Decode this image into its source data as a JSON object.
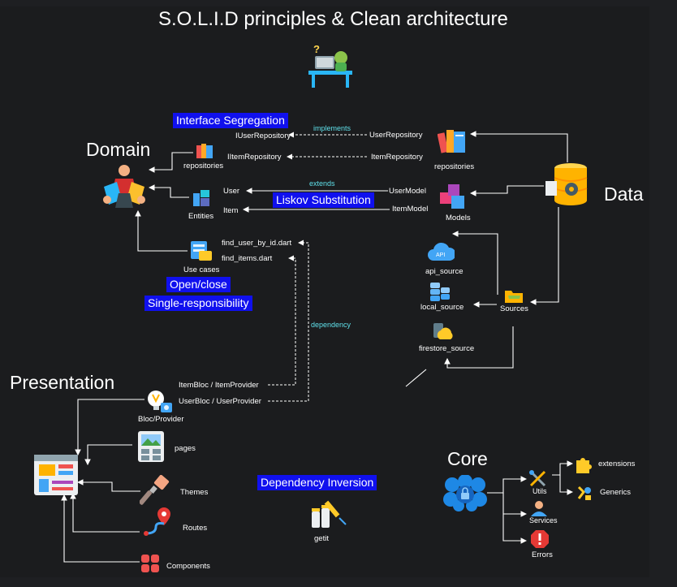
{
  "title": "S.O.L.I.D principles & Clean architecture",
  "layers": {
    "domain": "Domain",
    "data": "Data",
    "presentation": "Presentation",
    "core": "Core"
  },
  "principles": {
    "interface_segregation": "Interface Segregation",
    "liskov_substitution": "Liskov Substitution",
    "open_close": "Open/close",
    "single_responsibility": "Single-responsibility",
    "dependency_inversion": "Dependency Inversion"
  },
  "domain": {
    "repositories": "repositories",
    "entities": "Entities",
    "use_cases": "Use cases",
    "iuser_repository": "IUserRepository",
    "iitem_repository": "IItemRepository",
    "user": "User",
    "item": "Item",
    "find_user": "find_user_by_id.dart",
    "find_items": "find_items.dart"
  },
  "data": {
    "user_repository": "UserRepository",
    "item_repository": "ItemRepository",
    "repositories": "repositories",
    "user_model": "UserModel",
    "item_model": "ItemModel",
    "models": "Models",
    "api_source": "api_source",
    "local_source": "local_source",
    "firestore_source": "firestore_source",
    "sources": "Sources"
  },
  "relations": {
    "implements": "implements",
    "extends": "extends",
    "dependency": "dependency"
  },
  "presentation": {
    "item_bloc": "ItemBloc / ItemProvider",
    "user_bloc": "UserBloc / UserProvider",
    "bloc_provider": "Bloc/Provider",
    "pages": "pages",
    "themes": "Themes",
    "routes": "Routes",
    "components": "Components"
  },
  "core": {
    "utils": "Utils",
    "services": "Services",
    "errors": "Errors",
    "extensions": "extensions",
    "generics": "Generics"
  },
  "getit": "getit",
  "colors": {
    "background": "#1b1c1e",
    "highlight": "#1010ee",
    "relation_text": "#5fe0ea",
    "line": "#ffffff"
  }
}
